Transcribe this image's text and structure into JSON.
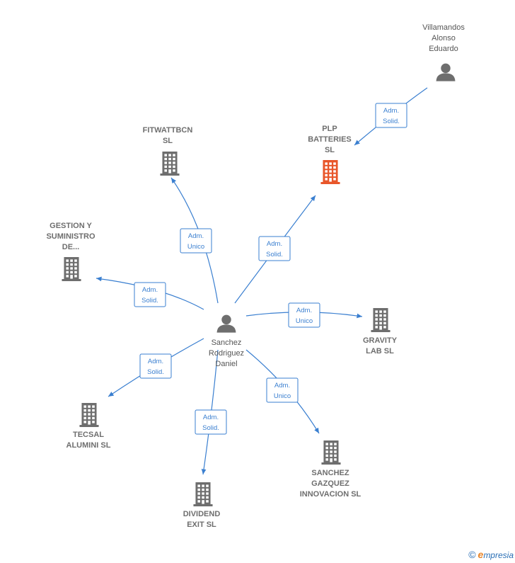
{
  "colors": {
    "edge": "#3a7fd0",
    "building": "#6e6e6e",
    "building_main": "#e8562a",
    "person": "#6e6e6e"
  },
  "nodes": [
    {
      "id": "center",
      "kind": "person",
      "lines": [
        "Sanchez",
        "Rodriguez",
        "Daniel"
      ]
    },
    {
      "id": "villamandos",
      "kind": "person",
      "lines": [
        "Villamandos",
        "Alonso",
        "Eduardo"
      ]
    },
    {
      "id": "plp",
      "kind": "company_main",
      "lines": [
        "PLP",
        "BATTERIES",
        "SL"
      ]
    },
    {
      "id": "fitwatt",
      "kind": "company",
      "lines": [
        "FITWATTBCN",
        "SL"
      ]
    },
    {
      "id": "gestion",
      "kind": "company",
      "lines": [
        "GESTION Y",
        "SUMINISTRO",
        "DE..."
      ]
    },
    {
      "id": "gravity",
      "kind": "company",
      "lines": [
        "GRAVITY",
        "LAB  SL"
      ]
    },
    {
      "id": "tecsal",
      "kind": "company",
      "lines": [
        "TECSAL",
        "ALUMINI  SL"
      ]
    },
    {
      "id": "dividend",
      "kind": "company",
      "lines": [
        "DIVIDEND",
        "EXIT  SL"
      ]
    },
    {
      "id": "gazquez",
      "kind": "company",
      "lines": [
        "SANCHEZ",
        "GAZQUEZ",
        "INNOVACION SL"
      ]
    }
  ],
  "edges": [
    {
      "from": "villamandos",
      "to": "plp",
      "label": [
        "Adm.",
        "Solid."
      ]
    },
    {
      "from": "center",
      "to": "plp",
      "label": [
        "Adm.",
        "Solid."
      ]
    },
    {
      "from": "center",
      "to": "fitwatt",
      "label": [
        "Adm.",
        "Unico"
      ]
    },
    {
      "from": "center",
      "to": "gestion",
      "label": [
        "Adm.",
        "Solid."
      ]
    },
    {
      "from": "center",
      "to": "gravity",
      "label": [
        "Adm.",
        "Unico"
      ]
    },
    {
      "from": "center",
      "to": "tecsal",
      "label": [
        "Adm.",
        "Solid."
      ]
    },
    {
      "from": "center",
      "to": "dividend",
      "label": [
        "Adm.",
        "Solid."
      ]
    },
    {
      "from": "center",
      "to": "gazquez",
      "label": [
        "Adm.",
        "Unico"
      ]
    }
  ],
  "brand": {
    "copyright": "©",
    "initial": "e",
    "rest": "mpresia"
  }
}
